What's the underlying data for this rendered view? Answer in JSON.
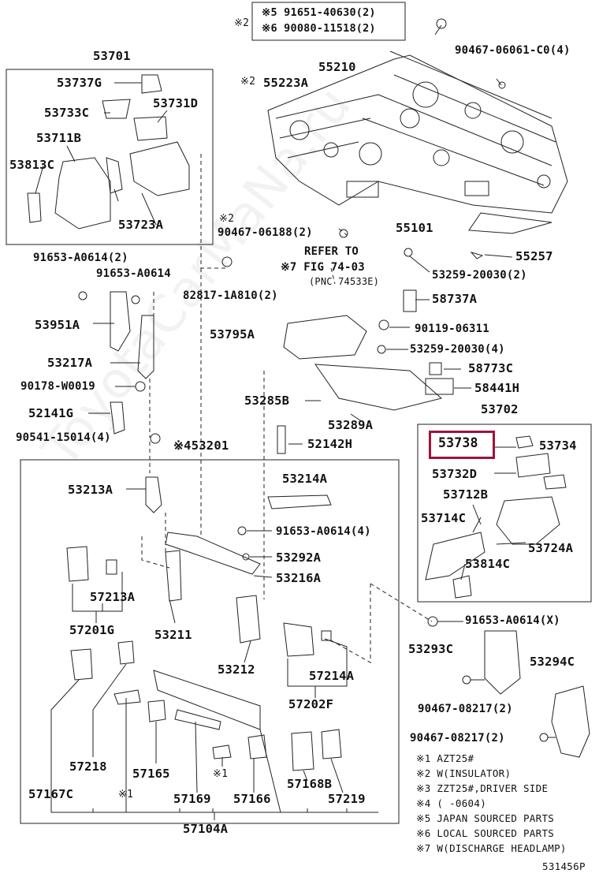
{
  "footnote_box": {
    "line1": "※5 91651-40630(2)",
    "line2": "※6 90080-11518(2)",
    "marker": "※2"
  },
  "labels": {
    "p53701": "53701",
    "p53737G": "53737G",
    "p53733C": "53733C",
    "p53731D": "53731D",
    "p53711B": "53711B",
    "p53813C": "53813C",
    "p53723A": "53723A",
    "p55210": "55210",
    "p55223A": "55223A",
    "m55223A": "※2",
    "p90467_06061": "90467-06061-C0(4)",
    "m90467_06188": "※2",
    "p90467_06188": "90467-06188(2)",
    "p55101": "55101",
    "refer1": "REFER TO",
    "refer2": "※7 FIG 74-03",
    "refer3": "(PNC 74533E)",
    "p55257": "55257",
    "p53259_a": "53259-20030(2)",
    "p91653_a2": "91653-A0614(2)",
    "p91653_a": "91653-A0614",
    "p82817": "82817-1A810(2)",
    "p58737A": "58737A",
    "p53951A": "53951A",
    "p90119": "90119-06311",
    "p53795A": "53795A",
    "p53259_b": "53259-20030(4)",
    "p53217A": "53217A",
    "p58773C": "58773C",
    "p90178": "90178-W0019",
    "p58441H": "58441H",
    "p53285B": "53285B",
    "p52141G": "52141G",
    "p53289A": "53289A",
    "p53702": "53702",
    "p90541": "90541-15014(4)",
    "p52142H": "52142H",
    "p453201": "※453201",
    "p53738": "53738",
    "p53734": "53734",
    "p53213A": "53213A",
    "p53214A": "53214A",
    "p53732D": "53732D",
    "p53712B": "53712B",
    "p91653_4": "91653-A0614(4)",
    "p53714C": "53714C",
    "p53724A": "53724A",
    "p53292A": "53292A",
    "p53814C": "53814C",
    "p53216A": "53216A",
    "p57213A": "57213A",
    "p91653_x": "91653-A0614(X)",
    "p57201G": "57201G",
    "p53211": "53211",
    "p53293C": "53293C",
    "p53294C": "53294C",
    "p57214A": "57214A",
    "p53212": "53212",
    "p57202F": "57202F",
    "p90467_08217a": "90467-08217(2)",
    "p90467_08217b": "90467-08217(2)",
    "p57218": "57218",
    "p57165": "57165",
    "m1a": "※1",
    "m1b": "※1",
    "p57167C": "57167C",
    "p57169": "57169",
    "p57166": "57166",
    "p57168B": "57168B",
    "p57219": "57219",
    "p57104A": "57104A"
  },
  "notes": [
    "※1 AZT25#",
    "※2 W(INSULATOR)",
    "※3 ZZT25#,DRIVER SIDE",
    "※4 (     -0604)",
    "※5 JAPAN SOURCED PARTS",
    "※6 LOCAL SOURCED PARTS",
    "※7 W(DISCHARGE HEADLAMP)"
  ],
  "diagram_code": "531456P",
  "highlight_color": "#a0123a"
}
